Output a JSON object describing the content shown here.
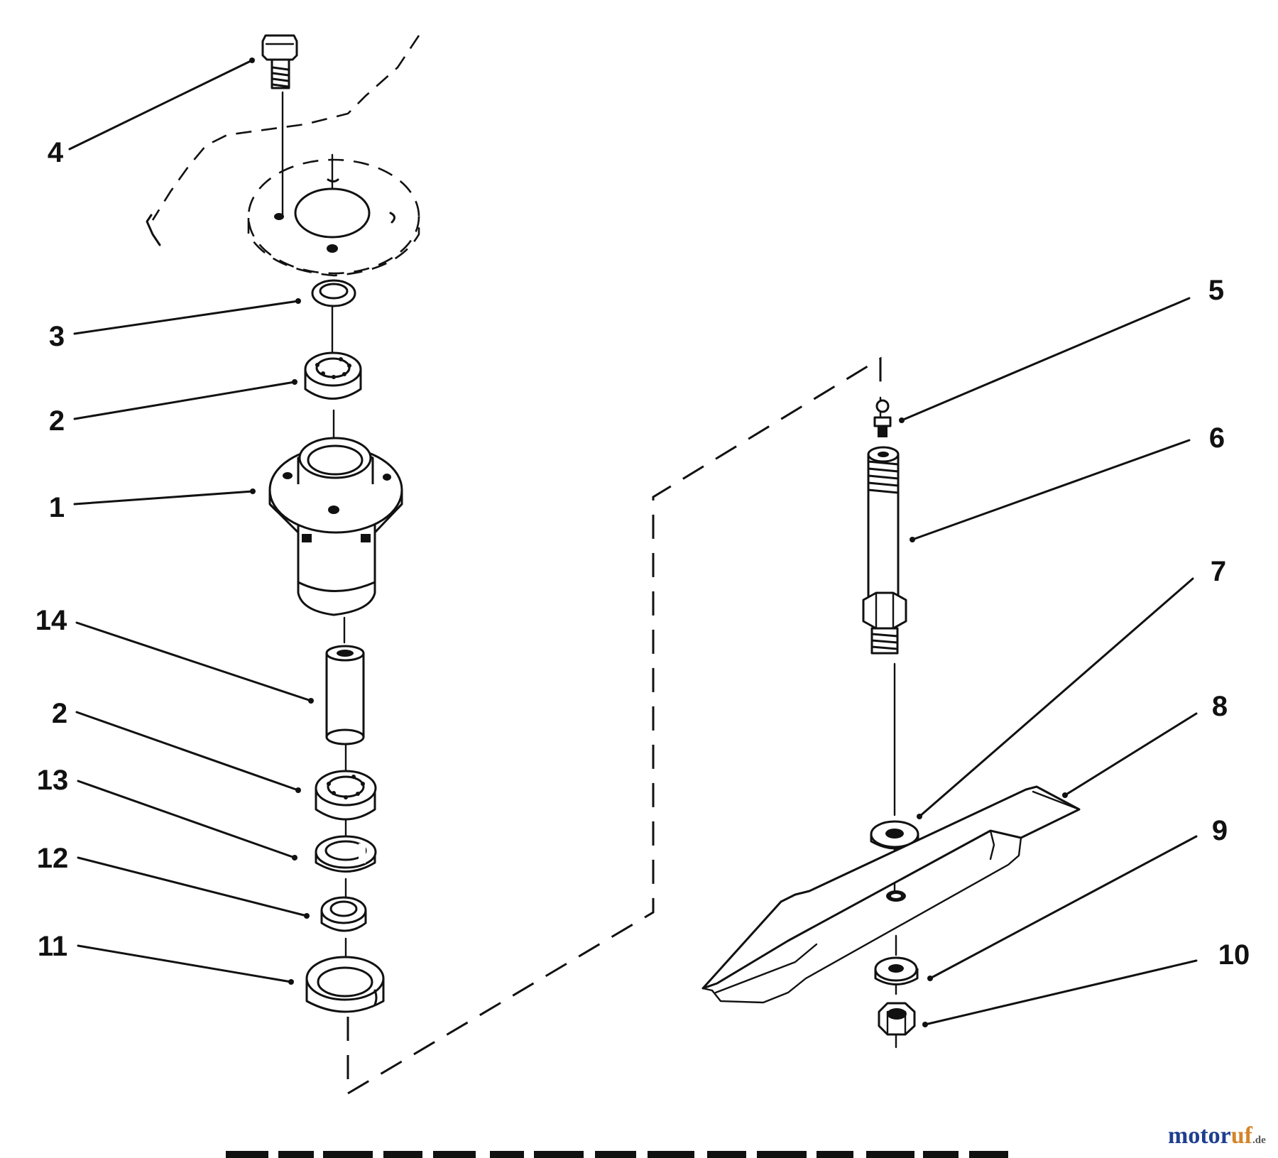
{
  "diagram": {
    "callouts": [
      {
        "id": "4",
        "text": "4"
      },
      {
        "id": "3",
        "text": "3"
      },
      {
        "id": "2a",
        "text": "2"
      },
      {
        "id": "1",
        "text": "1"
      },
      {
        "id": "14",
        "text": "14"
      },
      {
        "id": "2b",
        "text": "2"
      },
      {
        "id": "13",
        "text": "13"
      },
      {
        "id": "12",
        "text": "12"
      },
      {
        "id": "11",
        "text": "11"
      },
      {
        "id": "5",
        "text": "5"
      },
      {
        "id": "6",
        "text": "6"
      },
      {
        "id": "7",
        "text": "7"
      },
      {
        "id": "8",
        "text": "8"
      },
      {
        "id": "9",
        "text": "9"
      },
      {
        "id": "10",
        "text": "10"
      }
    ]
  },
  "watermark": {
    "brand": "motoruf",
    "suffix": ".de",
    "colors": {
      "motor": "#1e3f8f",
      "uf": "#d4842a",
      "suffix": "#555555"
    }
  }
}
